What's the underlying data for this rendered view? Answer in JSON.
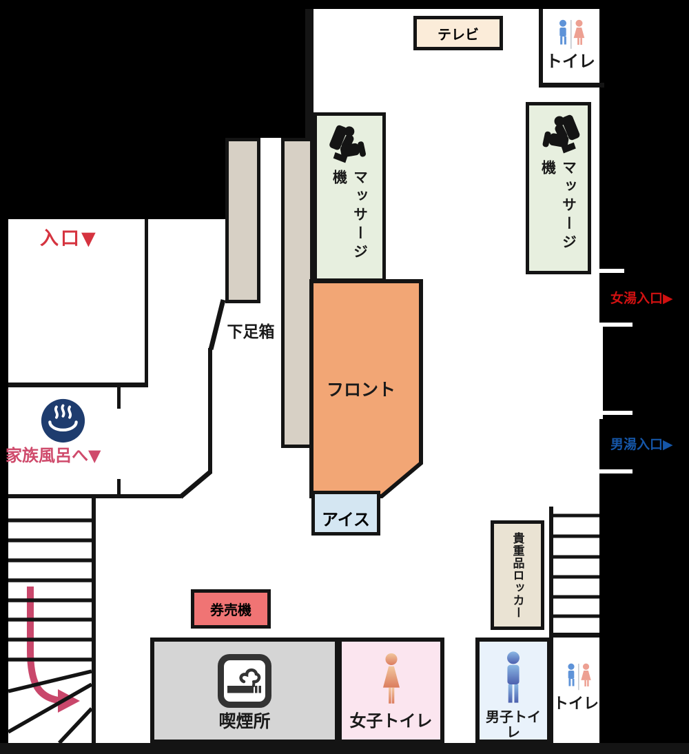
{
  "labels": {
    "tv": "テレビ",
    "toilet_top": "トイレ",
    "massage_left": "マッサージ機",
    "massage_right": "マッサージ機",
    "entrance": "入口▼",
    "shoe_box": "下足箱",
    "front_desk": "フロント",
    "family_bath": "家族風呂へ▼",
    "ice": "アイス",
    "women_bath_entrance": "女湯入口▶",
    "men_bath_entrance": "男湯入口▶",
    "valuables_locker": "貴重品ロッカー",
    "ticket_machine": "券売機",
    "smoking_area": "喫煙所",
    "women_toilet": "女子トイレ",
    "men_toilet": "男子トイレ",
    "toilet_bottom": "トイレ"
  },
  "icons": {
    "massage_left": "massage-chair-icon",
    "massage_right": "massage-chair-icon",
    "family_bath": "onsen-hot-spring-icon",
    "toilet_top": "male-female-restroom-icon",
    "toilet_bottom": "male-female-restroom-icon",
    "smoking_area": "smoking-cigarette-icon",
    "women_toilet": "woman-figure-icon",
    "men_toilet": "man-figure-icon",
    "stairs_route": "curved-down-arrow-icon"
  },
  "colors": {
    "background": "#000000",
    "floor": "#ffffff",
    "wall": "#141414",
    "tv_fill": "#fbecd9",
    "massage_room_fill": "#e7efdf",
    "front_desk_fill": "#f2a675",
    "ice_fill": "#d4e6f2",
    "shoe_locker_fill": "#d7d0c5",
    "valuables_locker_fill": "#eae3d3",
    "ticket_machine_fill": "#f07474",
    "smoking_fill": "#d5d5d5",
    "women_toilet_fill": "#fbe5ef",
    "men_toilet_fill": "#e9f2fb",
    "onsen_icon_fill": "#1e3c6e",
    "route_arrow": "#c9476b",
    "entrance_text": "#d5333f",
    "family_bath_text": "#cf4a6b",
    "women_bath_text": "#d01111",
    "men_bath_text": "#1556a8"
  }
}
